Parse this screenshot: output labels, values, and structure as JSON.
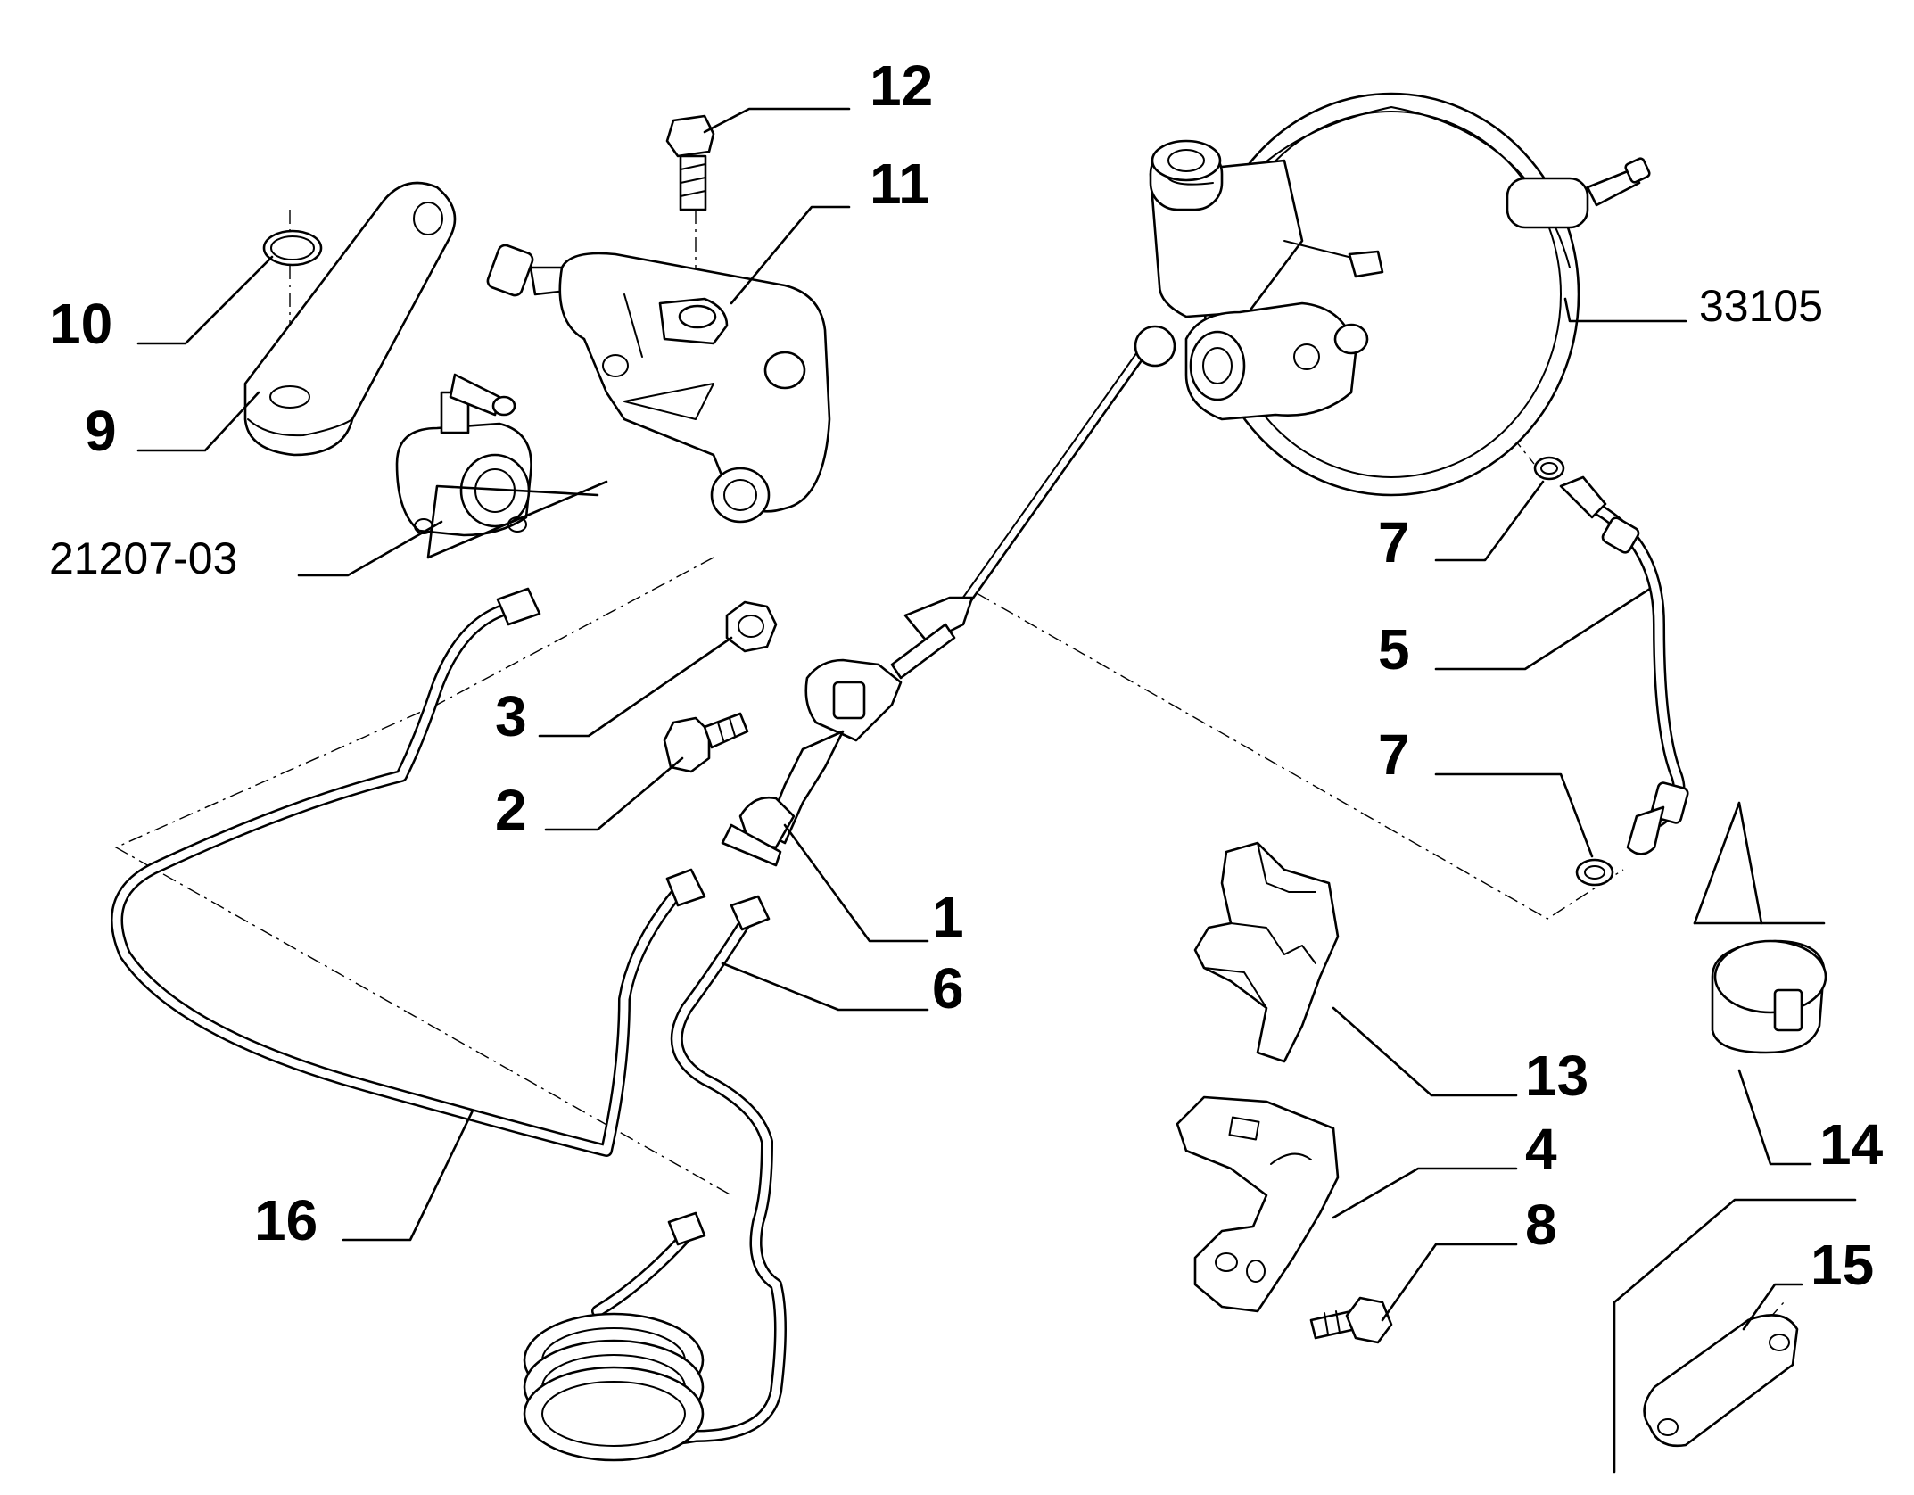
{
  "callouts": {
    "c1": "1",
    "c2": "2",
    "c3": "3",
    "c4": "4",
    "c5": "5",
    "c6": "6",
    "c7a": "7",
    "c7b": "7",
    "c8": "8",
    "c9": "9",
    "c10": "10",
    "c11": "11",
    "c12": "12",
    "c13": "13",
    "c14": "14",
    "c15": "15",
    "c16": "16",
    "c21207": "21207-03",
    "c33105": "33105"
  }
}
